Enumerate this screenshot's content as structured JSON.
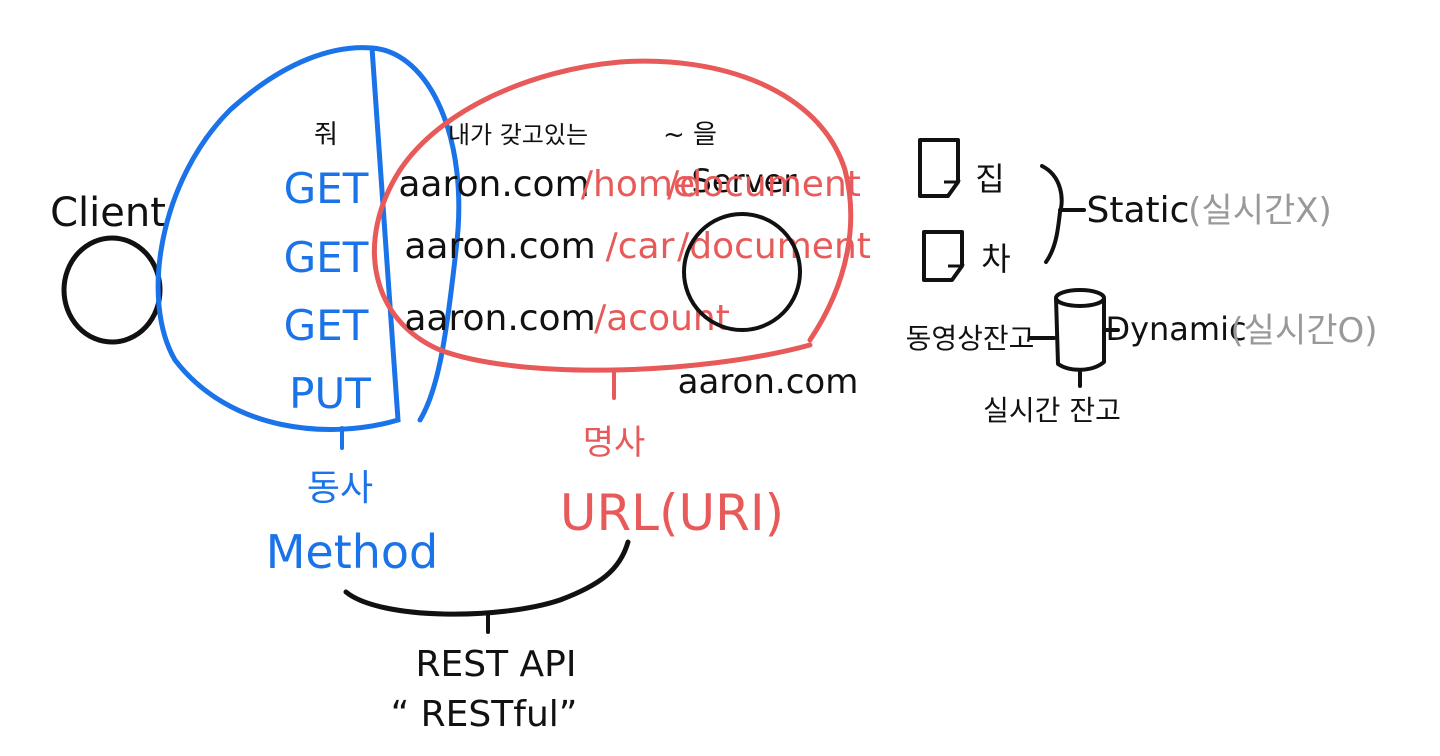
{
  "colors": {
    "ink": "#111111",
    "verb_blue": "#1a73e8",
    "noun_red": "#e85a5a",
    "note_gray": "#999999"
  },
  "client": {
    "label": "Client"
  },
  "methods": {
    "caption": "줘",
    "items": [
      "GET",
      "GET",
      "GET",
      "PUT"
    ],
    "verb_label": "동사",
    "group_label": "Method"
  },
  "resources": {
    "caption": "내가 갖고있는",
    "suffix_caption": "~ 을",
    "rows": [
      {
        "domain": "aaron.com",
        "path": "/home",
        "extra": "/document"
      },
      {
        "domain": "aaron.com",
        "path": "/car",
        "extra": "/document"
      },
      {
        "domain": "aaron.com",
        "path": "/acount",
        "extra": ""
      }
    ],
    "overwritten_text": "Server",
    "server_domain": "aaron.com",
    "noun_label": "명사",
    "group_label": "URL(URI)"
  },
  "rest": {
    "label": "REST API",
    "quote": "“ RESTful”"
  },
  "storage": {
    "static_items": [
      "집",
      "차"
    ],
    "static_label": "Static",
    "static_note": "(실시간X)",
    "dynamic_left": "동영상잔고",
    "dynamic_bottom": "실시간 잔고",
    "dynamic_label": "Dynamic",
    "dynamic_note": "(실시간O)"
  }
}
